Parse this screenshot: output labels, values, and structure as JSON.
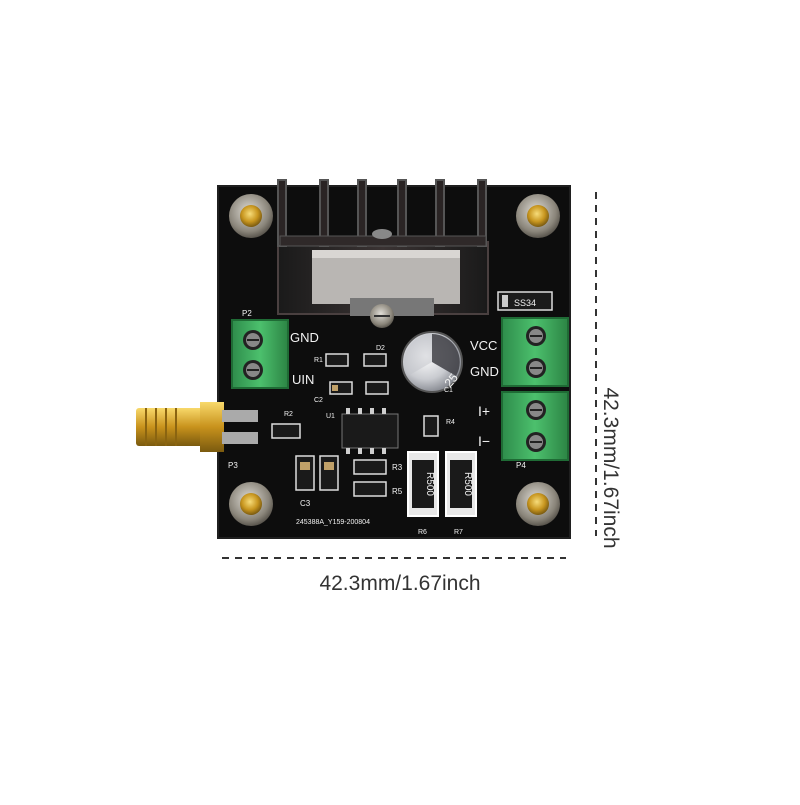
{
  "product": "signal generator module board",
  "dimensions": {
    "width_label": "42.3mm/1.67inch",
    "height_label": "42.3mm/1.67inch"
  },
  "silkscreen": {
    "p2": "P2",
    "p3": "P3",
    "p4": "P4",
    "gnd_left": "GND",
    "uin": "UIN",
    "vcc": "VCC",
    "gnd_right": "GND",
    "i_plus": "I+",
    "i_minus": "I−",
    "r1": "R1",
    "d2": "D2",
    "c2": "C2",
    "u1": "U1",
    "r2": "R2",
    "r3": "R3",
    "r5": "R5",
    "c3": "C3",
    "r4": "R4",
    "c1": "C1",
    "r6": "R6",
    "r7": "R7",
    "d1_part": "SS34",
    "res_value_1": "R500",
    "res_value_2": "R500",
    "cap_value": "25",
    "board_id": "245388A_Y159-200804"
  },
  "colors": {
    "pcb": "#0d0d0d",
    "terminal": "#3aa35a",
    "gold": "#d6a22a",
    "dim_line": "#333333"
  }
}
